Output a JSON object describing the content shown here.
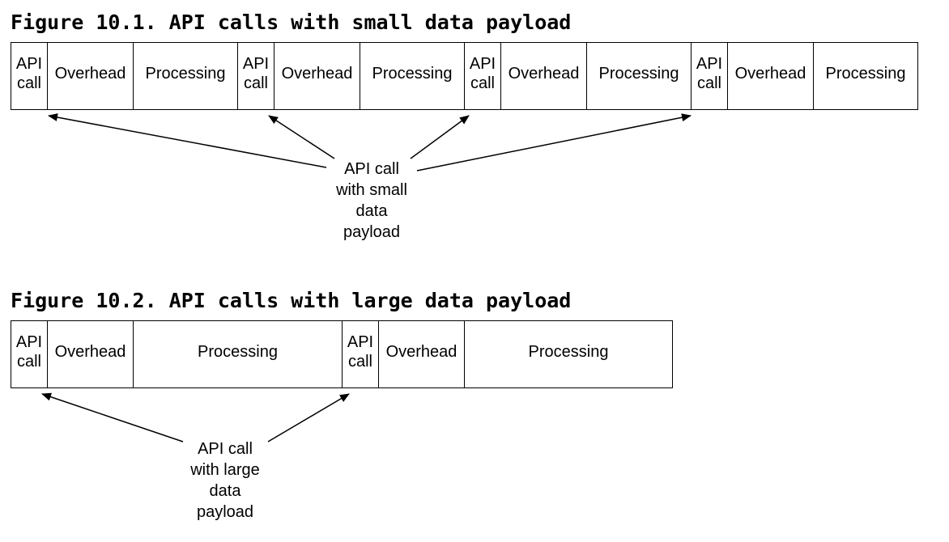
{
  "figure1": {
    "title": "Figure 10.1. API calls with small data payload",
    "segments": [
      {
        "kind": "api",
        "label": "API\ncall"
      },
      {
        "kind": "overhead",
        "label": "Overhead"
      },
      {
        "kind": "processing",
        "label": "Processing"
      },
      {
        "kind": "api",
        "label": "API\ncall"
      },
      {
        "kind": "overhead",
        "label": "Overhead"
      },
      {
        "kind": "processing",
        "label": "Processing"
      },
      {
        "kind": "api",
        "label": "API\ncall"
      },
      {
        "kind": "overhead",
        "label": "Overhead"
      },
      {
        "kind": "processing",
        "label": "Processing"
      },
      {
        "kind": "api",
        "label": "API\ncall"
      },
      {
        "kind": "overhead",
        "label": "Overhead"
      },
      {
        "kind": "processing",
        "label": "Processing"
      }
    ],
    "callout": "API call\nwith small\ndata\npayload"
  },
  "figure2": {
    "title": "Figure 10.2. API calls with large data payload",
    "segments": [
      {
        "kind": "api",
        "label": "API\ncall"
      },
      {
        "kind": "overhead",
        "label": "Overhead"
      },
      {
        "kind": "processing",
        "label": "Processing"
      },
      {
        "kind": "api",
        "label": "API\ncall"
      },
      {
        "kind": "overhead",
        "label": "Overhead"
      },
      {
        "kind": "processing",
        "label": "Processing"
      }
    ],
    "callout": "API call\nwith large\ndata\npayload"
  }
}
